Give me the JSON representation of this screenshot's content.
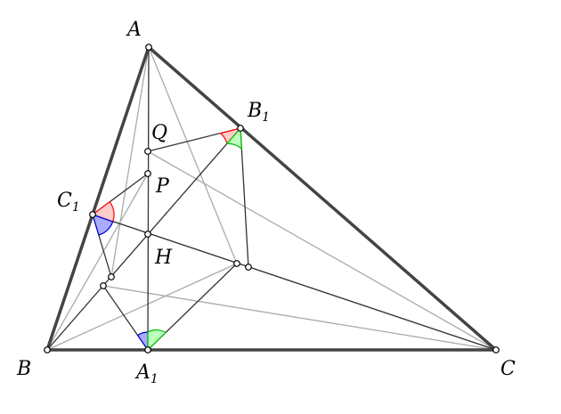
{
  "labels": {
    "A": "A",
    "B": "B",
    "C": "C",
    "A1": "A",
    "A1_sub": "1",
    "B1": "B",
    "B1_sub": "1",
    "C1": "C",
    "C1_sub": "1",
    "H": "H",
    "P": "P",
    "Q": "Q"
  },
  "colors": {
    "triangle": "#444444",
    "segment": "#333333",
    "light": "#aaaaaa",
    "angle_red": "#ff0000",
    "angle_red_fill": "#ffcccc",
    "angle_blue": "#0000cc",
    "angle_blue_fill": "#aaaaff",
    "angle_green": "#00bb00",
    "angle_green_fill": "#bbffbb"
  }
}
